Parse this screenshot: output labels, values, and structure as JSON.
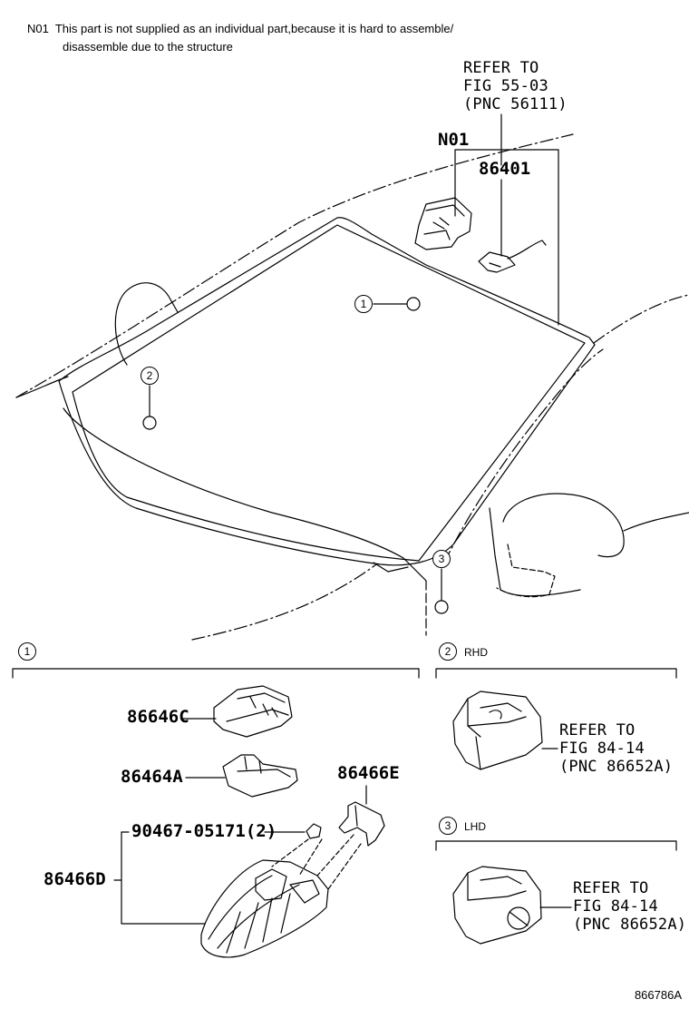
{
  "note": {
    "code": "N01",
    "line1": "This part is not supplied as an individual part,because it is hard to assemble/",
    "line2": "disassemble due to the structure"
  },
  "top": {
    "refer": [
      "REFER TO",
      "FIG 55-03",
      "(PNC 56111)"
    ],
    "n01": "N01",
    "part_86401": "86401",
    "callout_1": "1",
    "callout_2": "2",
    "callout_3": "3"
  },
  "section1": {
    "marker": "1",
    "parts": {
      "p86646C": "86646C",
      "p86464A": "86464A",
      "p86466E": "86466E",
      "p90467": "90467-05171(2)",
      "p86466D": "86466D"
    }
  },
  "section2": {
    "marker": "2",
    "tag": "RHD",
    "refer": [
      "REFER TO",
      "FIG 84-14",
      "(PNC 86652A)"
    ]
  },
  "section3": {
    "marker": "3",
    "tag": "LHD",
    "refer": [
      "REFER TO",
      "FIG 84-14",
      "(PNC 86652A)"
    ]
  },
  "figure_id": "866786A"
}
